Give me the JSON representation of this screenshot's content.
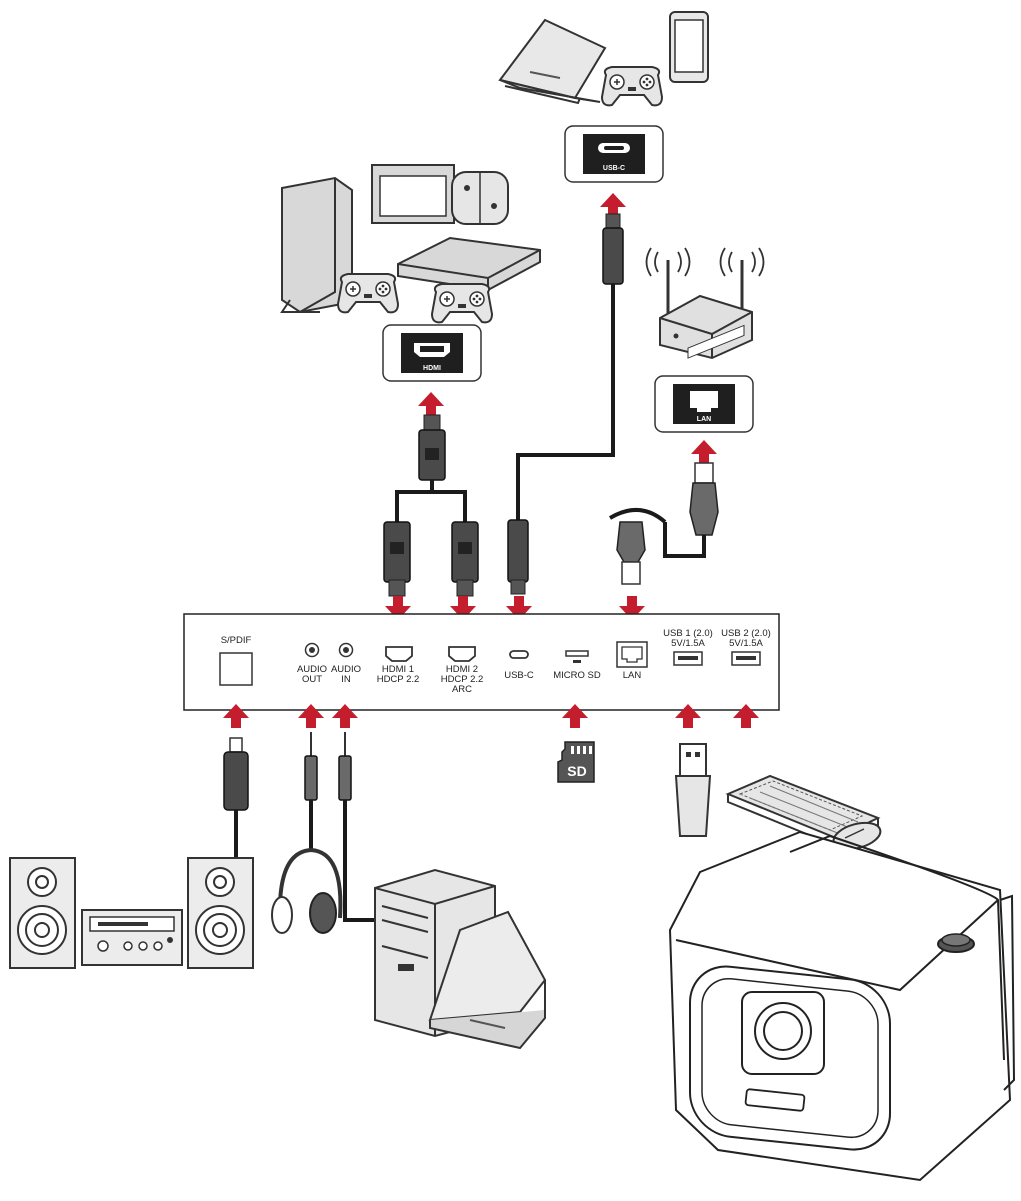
{
  "colors": {
    "arrow": "#c41e2e",
    "cable": "#1a1a1a",
    "plug": "#4a4a4a",
    "device_fill": "#dcdcdc",
    "device_stroke": "#333333",
    "panel_stroke": "#222222"
  },
  "port_panel": {
    "spdif": "S/PDIF",
    "audio_out": [
      "AUDIO",
      "OUT"
    ],
    "audio_in": [
      "AUDIO",
      "IN"
    ],
    "hdmi1": [
      "HDMI 1",
      "HDCP 2.2"
    ],
    "hdmi2": [
      "HDMI 2",
      "HDCP 2.2",
      "ARC"
    ],
    "usbc": "USB-C",
    "microsd": "MICRO SD",
    "lan": "LAN",
    "usb1": [
      "USB 1 (2.0)",
      "5V/1.5A"
    ],
    "usb2": [
      "USB 2 (2.0)",
      "5V/1.5A"
    ]
  },
  "callouts": {
    "hdmi": "HDMI",
    "usbc": "USB-C",
    "lan": "LAN",
    "sd": "SD"
  },
  "icons": [
    "laptop-icon",
    "gamepad-icon",
    "smartphone-icon",
    "game-console-icon",
    "media-player-icon",
    "router-icon",
    "usb-drive-icon",
    "keyboard-icon",
    "mouse-icon",
    "sd-card-icon",
    "speaker-icon",
    "stereo-receiver-icon",
    "headphones-icon",
    "desktop-computer-icon",
    "projector-icon"
  ]
}
